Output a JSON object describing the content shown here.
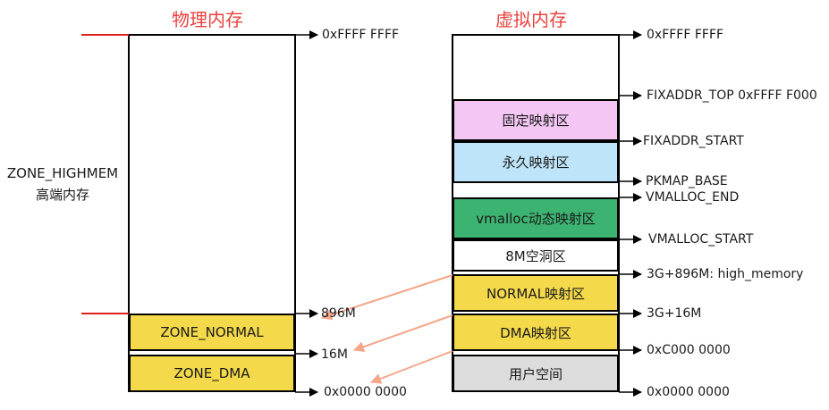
{
  "physical": {
    "title": "物理内存",
    "zone_highmem": "ZONE_HIGHMEM",
    "highmem_cn": "高端内存",
    "zone_normal": "ZONE_NORMAL",
    "zone_dma": "ZONE_DMA",
    "addr_top": "0xFFFF FFFF",
    "addr_896m": "896M",
    "addr_16m": "16M",
    "addr_zero": "0x0000 0000"
  },
  "virtual": {
    "title": "虚拟内存",
    "fixmap": "固定映射区",
    "pkmap": "永久映射区",
    "vmalloc": "vmalloc动态映射区",
    "hole": "8M空洞区",
    "normal": "NORMAL映射区",
    "dma": "DMA映射区",
    "user": "用户空间",
    "addr_top": "0xFFFF FFFF",
    "fixaddr_top": "FIXADDR_TOP  0xFFFF F000",
    "fixaddr_start": "FIXADDR_START",
    "pkmap_base": "PKMAP_BASE",
    "vmalloc_end": "VMALLOC_END",
    "vmalloc_start": "VMALLOC_START",
    "high_memory": "3G+896M: high_memory",
    "addr_3g16m": "3G+16M",
    "addr_c000": "0xC000 0000",
    "addr_zero": "0x0000 0000"
  },
  "colors": {
    "title": "#e8413e",
    "fixmap": "#f3c6f3",
    "pkmap": "#bde4f8",
    "vmalloc": "#3cb371",
    "zone": "#f4d94a",
    "user": "#dcdcdc",
    "mapping_arrow": "#f5a58a",
    "marker": "#e02020"
  }
}
